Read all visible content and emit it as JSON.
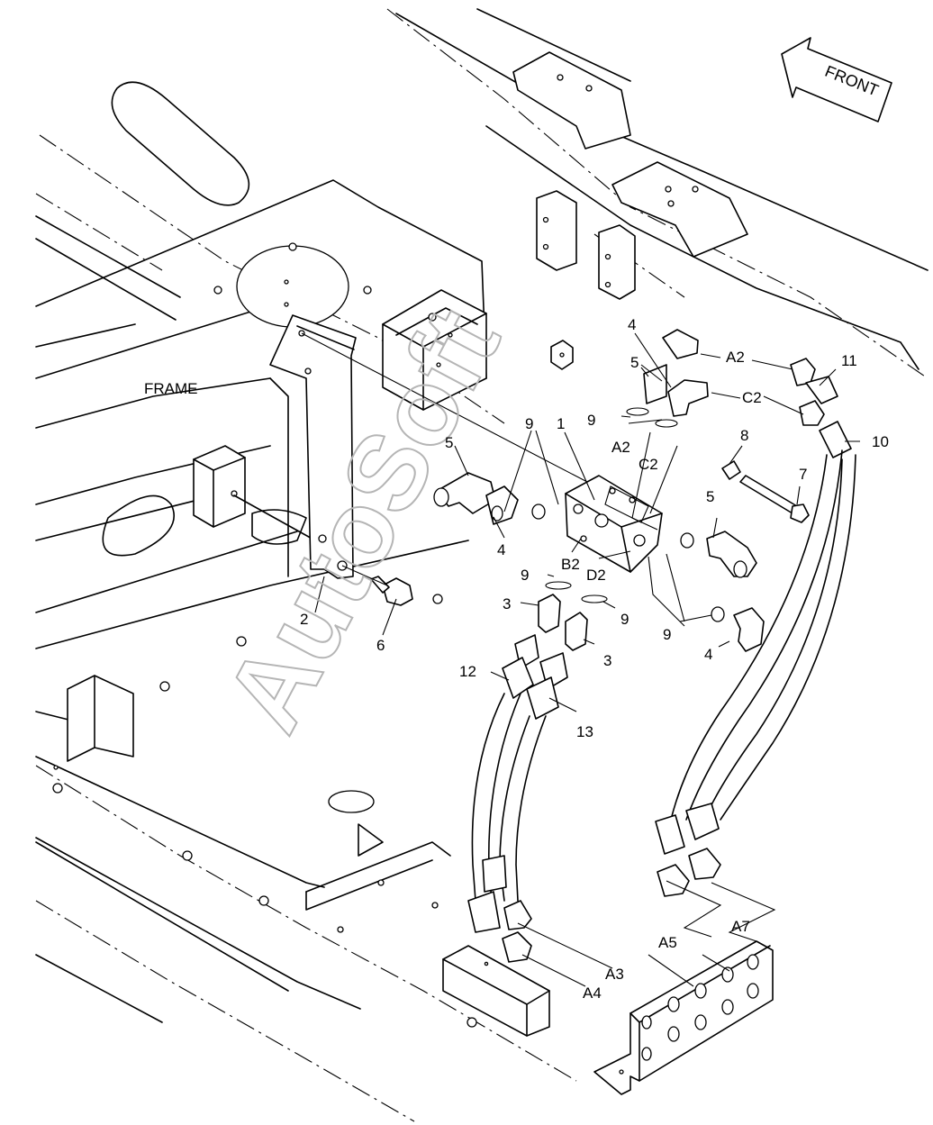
{
  "labels": {
    "front": "FRONT",
    "frame": "FRAME",
    "watermark": "AutoSoft",
    "part_1": "1",
    "part_2": "2",
    "part_3a": "3",
    "part_3b": "3",
    "part_4a": "4",
    "part_4b": "4",
    "part_4c": "4",
    "part_5a": "5",
    "part_5b": "5",
    "part_5c": "5",
    "part_6": "6",
    "part_7": "7",
    "part_8": "8",
    "part_9a": "9",
    "part_9b": "9",
    "part_9c": "9",
    "part_9d": "9",
    "part_9e": "9",
    "part_10": "10",
    "part_11": "11",
    "part_12": "12",
    "part_13": "13",
    "port_a2_top": "A2",
    "port_c2_top": "C2",
    "port_a2_valve": "A2",
    "port_c2_valve": "C2",
    "port_b2": "B2",
    "port_d2": "D2",
    "port_a3": "A3",
    "port_a4": "A4",
    "port_a5": "A5",
    "port_a7": "A7"
  }
}
